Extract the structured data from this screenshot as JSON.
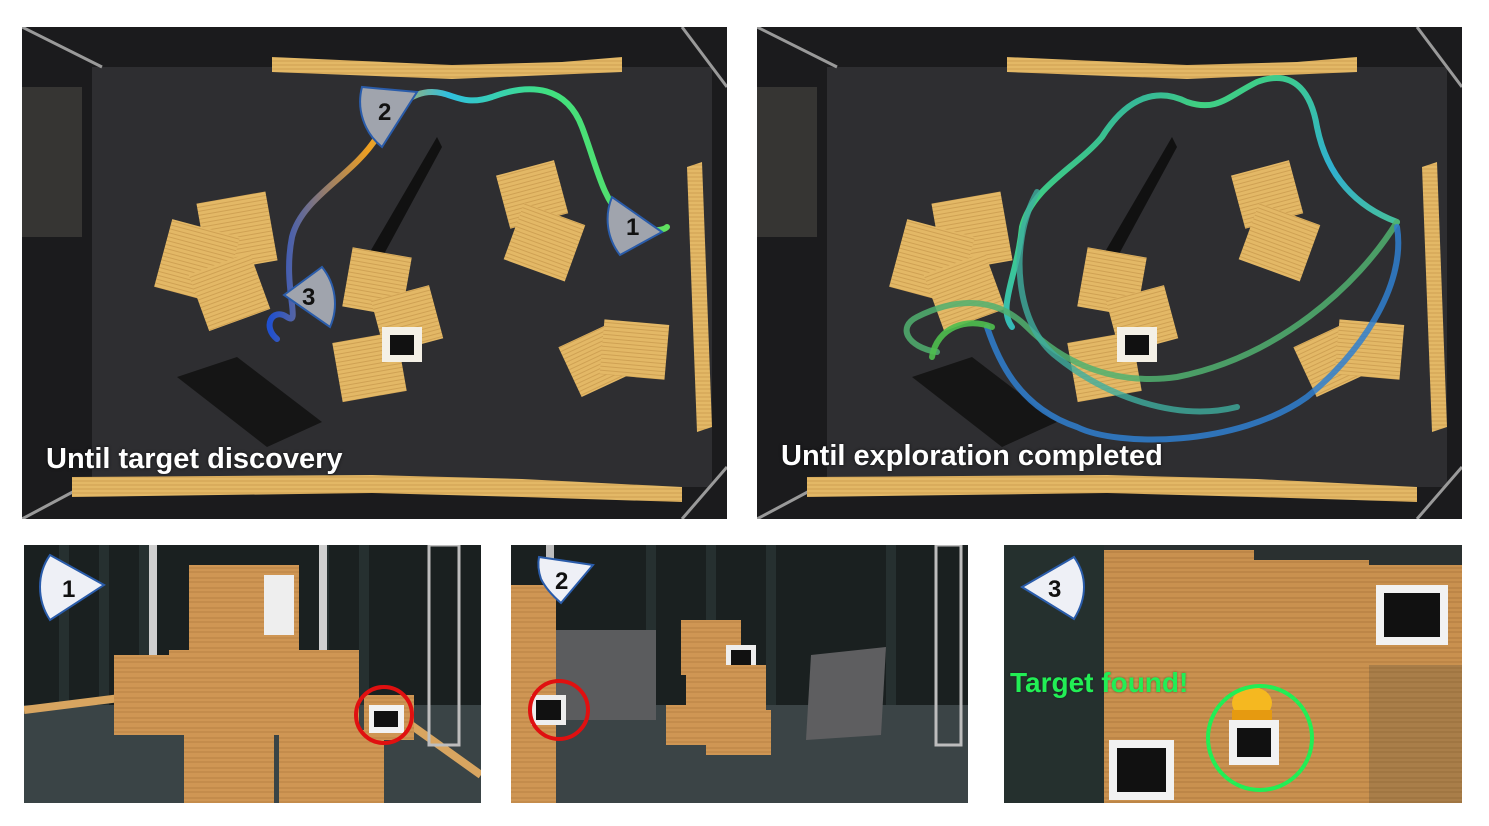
{
  "top_left": {
    "caption": "Until target discovery",
    "markers": [
      "1",
      "2",
      "3"
    ]
  },
  "top_right": {
    "caption": "Until exploration completed"
  },
  "views": [
    {
      "marker": "1"
    },
    {
      "marker": "2"
    },
    {
      "marker": "3",
      "annotation": "Target found!"
    }
  ],
  "colors": {
    "floor": "#2c2c2e",
    "wood": "#e3b866",
    "wall": "#d7a15e",
    "marker_fill": "#a0a4ad",
    "marker_stroke": "#2a5caa",
    "detection_circle": "#e01010",
    "target_circle": "#22ee55",
    "caption_text": "#ffffff"
  }
}
